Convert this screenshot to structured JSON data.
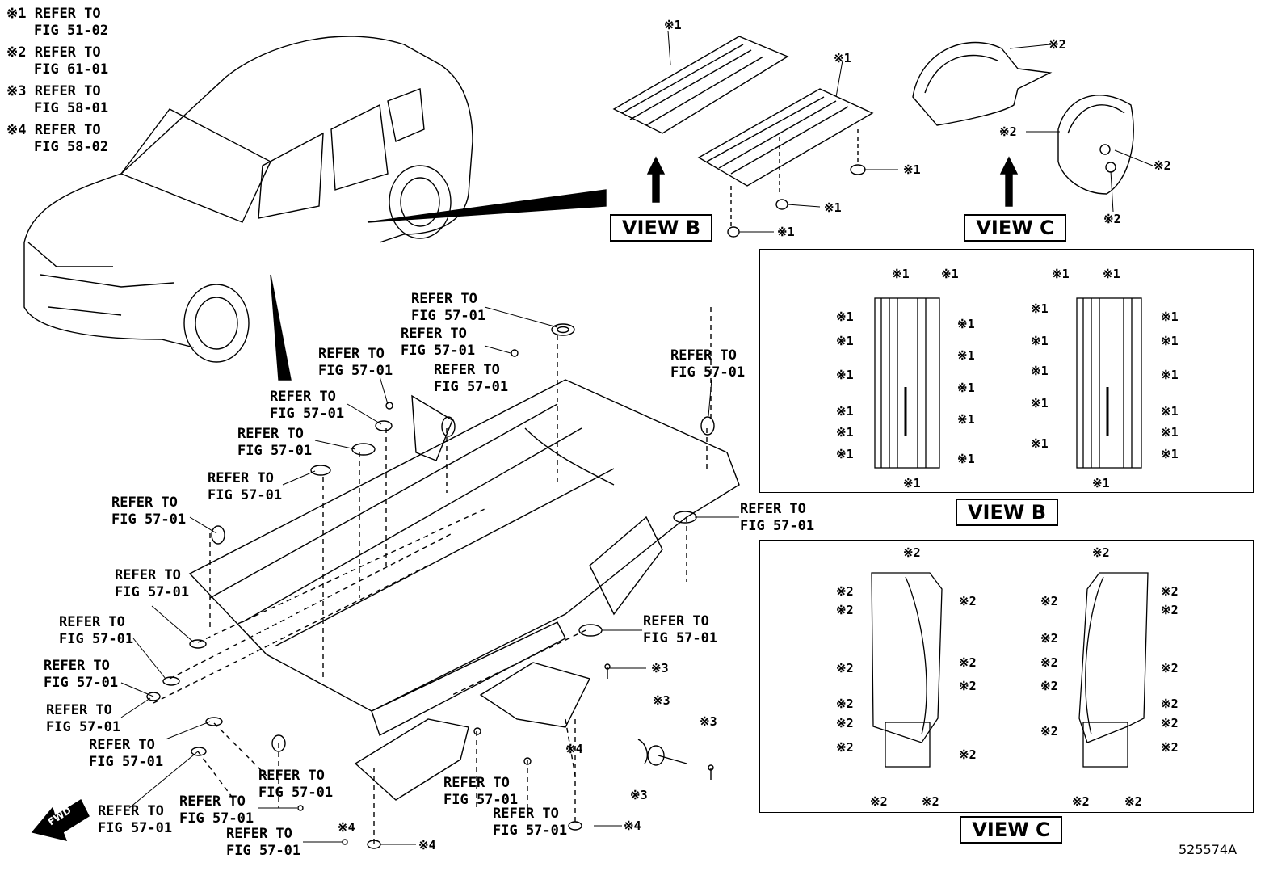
{
  "legend": [
    {
      "mark": "※1",
      "line1": "REFER TO",
      "line2": "FIG 51-02"
    },
    {
      "mark": "※2",
      "line1": "REFER TO",
      "line2": "FIG 61-01"
    },
    {
      "mark": "※3",
      "line1": "REFER TO",
      "line2": "FIG 58-01"
    },
    {
      "mark": "※4",
      "line1": "REFER TO",
      "line2": "FIG 58-02"
    }
  ],
  "views": {
    "b": "VIEW B",
    "c": "VIEW C"
  },
  "fwd_label": "FWD",
  "drawing_id": "525574A",
  "refer": {
    "line1": "REFER TO",
    "line2": "FIG 57-01"
  },
  "marks": {
    "m1": "※1",
    "m2": "※2",
    "m3": "※3",
    "m4": "※4"
  }
}
